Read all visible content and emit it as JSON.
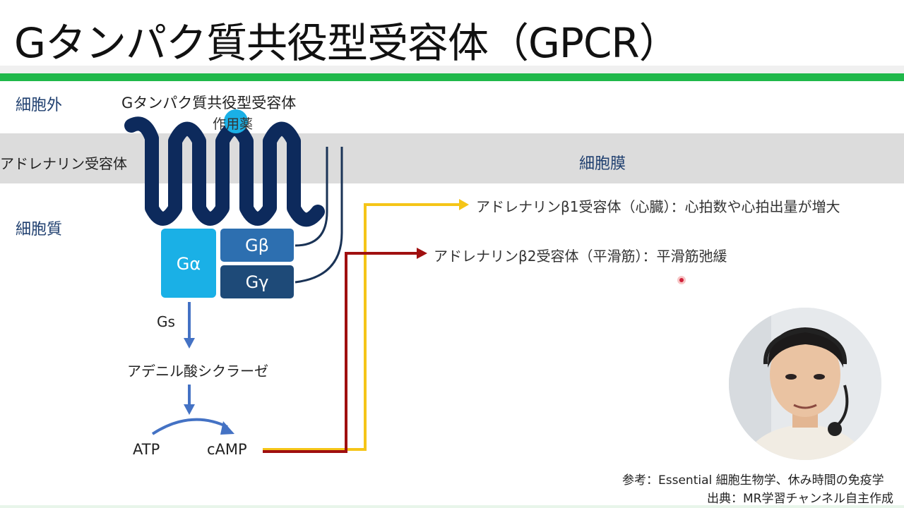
{
  "slide": {
    "title": "Gタンパク質共役型受容体（GPCR）",
    "colors": {
      "accent_green": "#1fb84a",
      "membrane_band": "#dcdcdc",
      "receptor": "#0d2a5c",
      "g_alpha": "#1ab0e6",
      "g_beta": "#2d6fb0",
      "g_gamma": "#1e4a78",
      "pathway_arrow": "#4472c4",
      "beta1_arrow": "#f5c518",
      "beta2_arrow": "#a00f0f"
    }
  },
  "regions": {
    "extracellular": "細胞外",
    "receptor_label": "アドレナリン受容体",
    "membrane": "細胞膜",
    "cytoplasm": "細胞質"
  },
  "receptor": {
    "label": "Gタンパク質共役型受容体",
    "drug": "作用薬"
  },
  "g_protein": {
    "alpha": "Gα",
    "beta": "Gβ",
    "gamma": "Gγ",
    "type": "Gs"
  },
  "pathway": {
    "enzyme": "アデニル酸シクラーゼ",
    "substrate": "ATP",
    "product": "cAMP"
  },
  "effects": {
    "beta1": "アドレナリンβ1受容体（心臓）：心拍数や心拍出量が増大",
    "beta2": "アドレナリンβ2受容体（平滑筋）：平滑筋弛緩"
  },
  "footer": {
    "reference": "参考：Essential 細胞生物学、休み時間の免疫学",
    "source": "出典：MR学習チャンネル自主作成"
  }
}
